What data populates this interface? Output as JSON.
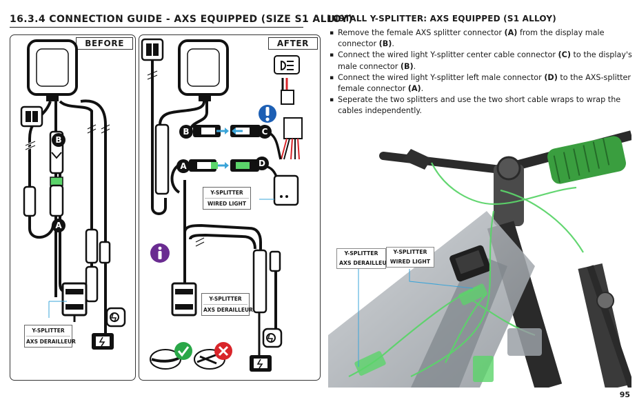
{
  "page": {
    "title": "16.3.4 CONNECTION GUIDE - AXS EQUIPPED (SIZE S1 ALLOY)",
    "number": "95"
  },
  "before_panel": {
    "tag": "BEFORE",
    "letters": [
      "B",
      "A"
    ],
    "label": {
      "line1": "Y-SPLITTER",
      "line2": "AXS DERAILLEUR"
    }
  },
  "after_panel": {
    "tag": "AFTER",
    "letters": [
      "B",
      "C",
      "A",
      "D"
    ],
    "wired_label": {
      "line1": "Y-SPLITTER",
      "line2": "WIRED LIGHT"
    },
    "axs_label": {
      "line1": "Y-SPLITTER",
      "line2": "AXS DERAILLEUR"
    }
  },
  "instructions": {
    "title": "INSTALL Y-SPLITTER: AXS EQUIPPED (S1 ALLOY)",
    "items": [
      {
        "pre": "Remove the female AXS splitter connector ",
        "b1": "(A)",
        "mid": " from the display male connector ",
        "b2": "(B)",
        "post": "."
      },
      {
        "pre": "Connect the wired light Y-splitter center cable connector ",
        "b1": "(C)",
        "mid": " to the display's male connector ",
        "b2": "(B)",
        "post": "."
      },
      {
        "pre": "Connect the wired light Y-splitter left male connector ",
        "b1": "(D)",
        "mid": " to the AXS-splitter female connector ",
        "b2": "(A)",
        "post": "."
      },
      {
        "pre": "Seperate the two splitters and use the two short cable wraps to wrap the cables independently.",
        "b1": "",
        "mid": "",
        "b2": "",
        "post": ""
      }
    ]
  },
  "photo": {
    "label_axs": {
      "line1": "Y-SPLITTER",
      "line2": "AXS DERAILLEUR"
    },
    "label_wired": {
      "line1": "Y-SPLITTER",
      "line2": "WIRED LIGHT"
    }
  },
  "colors": {
    "info_purple": "#6a2c91",
    "alert_blue": "#1d5fb4",
    "ok_green": "#2aa748",
    "bad_red": "#d9252a",
    "cable_highlight": "#5bd46a"
  },
  "icons": [
    "display-unit-icon",
    "light-icon",
    "motor-icon",
    "battery-icon",
    "info-icon",
    "exclamation-icon",
    "check-icon",
    "cross-icon"
  ]
}
